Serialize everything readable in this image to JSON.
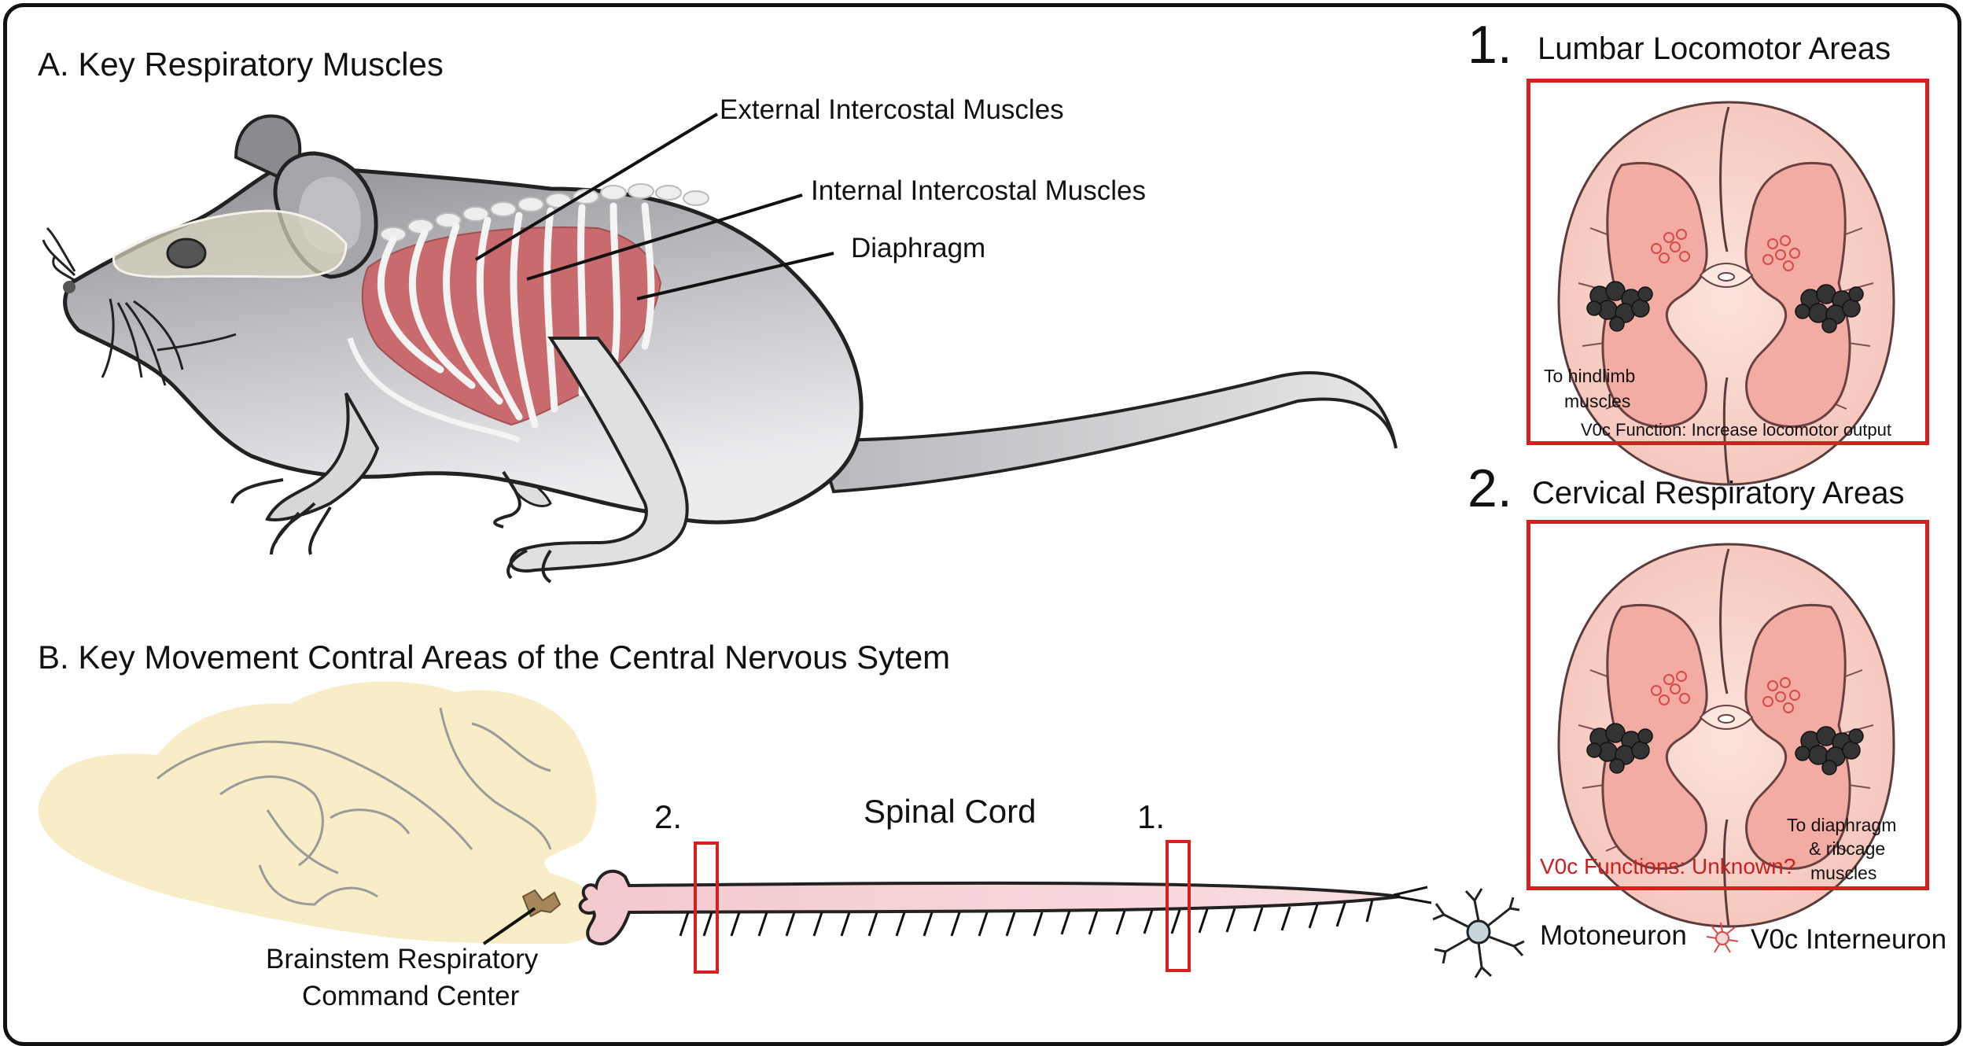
{
  "panel_a": {
    "title": "A. Key Respiratory Muscles",
    "labels": {
      "external": "External Intercostal Muscles",
      "internal": "Internal Intercostal Muscles",
      "diaphragm": "Diaphragm"
    }
  },
  "panel_b": {
    "title": "B. Key Movement Contral Areas of the Central Nervous Sytem",
    "spinal_cord": "Spinal Cord",
    "marker_2": "2.",
    "marker_1": "1.",
    "brainstem_line1": "Brainstem Respiratory",
    "brainstem_line2": "Command Center"
  },
  "section1": {
    "number": "1.",
    "title": "Lumbar Locomotor Areas",
    "target_line1": "To hindlimb",
    "target_line2": "muscles",
    "function": "V0c Function: Increase locomotor output"
  },
  "section2": {
    "number": "2.",
    "title": "Cervical Respiratory Areas",
    "target_line1": "To diaphragm",
    "target_line2": "& ribcage",
    "target_line3": "muscles",
    "function": "V0c Functions: Unknown?"
  },
  "legend": {
    "motoneuron": "Motoneuron",
    "interneuron": "V0c Interneuron"
  },
  "colors": {
    "border": "#111111",
    "box_red": "#d81f1f",
    "function_red": "#cc1f1f",
    "cord_pink": "#f2d0d4",
    "brain_yellow": "#f8edc6",
    "muscle_red": "#c86a6e",
    "mouse_gray": "#a9a9ad"
  }
}
